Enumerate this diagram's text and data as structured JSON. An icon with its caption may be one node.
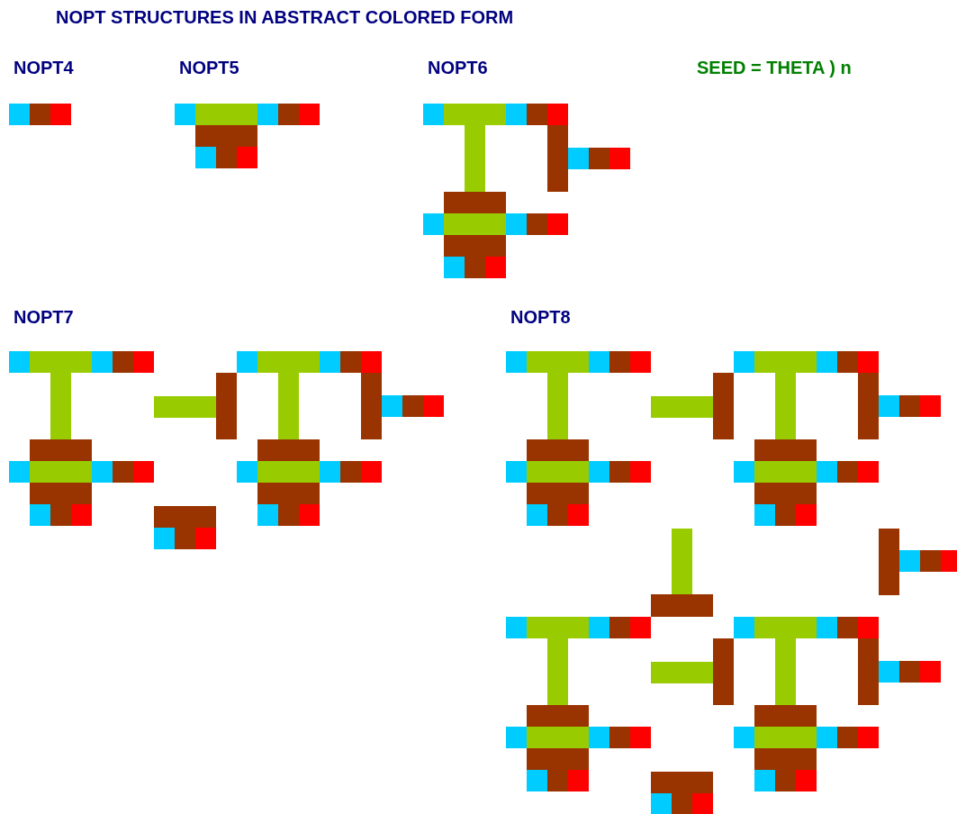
{
  "diagram": {
    "title": "NOPT STRUCTURES IN ABSTRACT COLORED FORM",
    "labels": [
      "NOPT4",
      "NOPT5",
      "NOPT6",
      "SEED = THETA ) n",
      "NOPT7",
      "NOPT8"
    ]
  }
}
